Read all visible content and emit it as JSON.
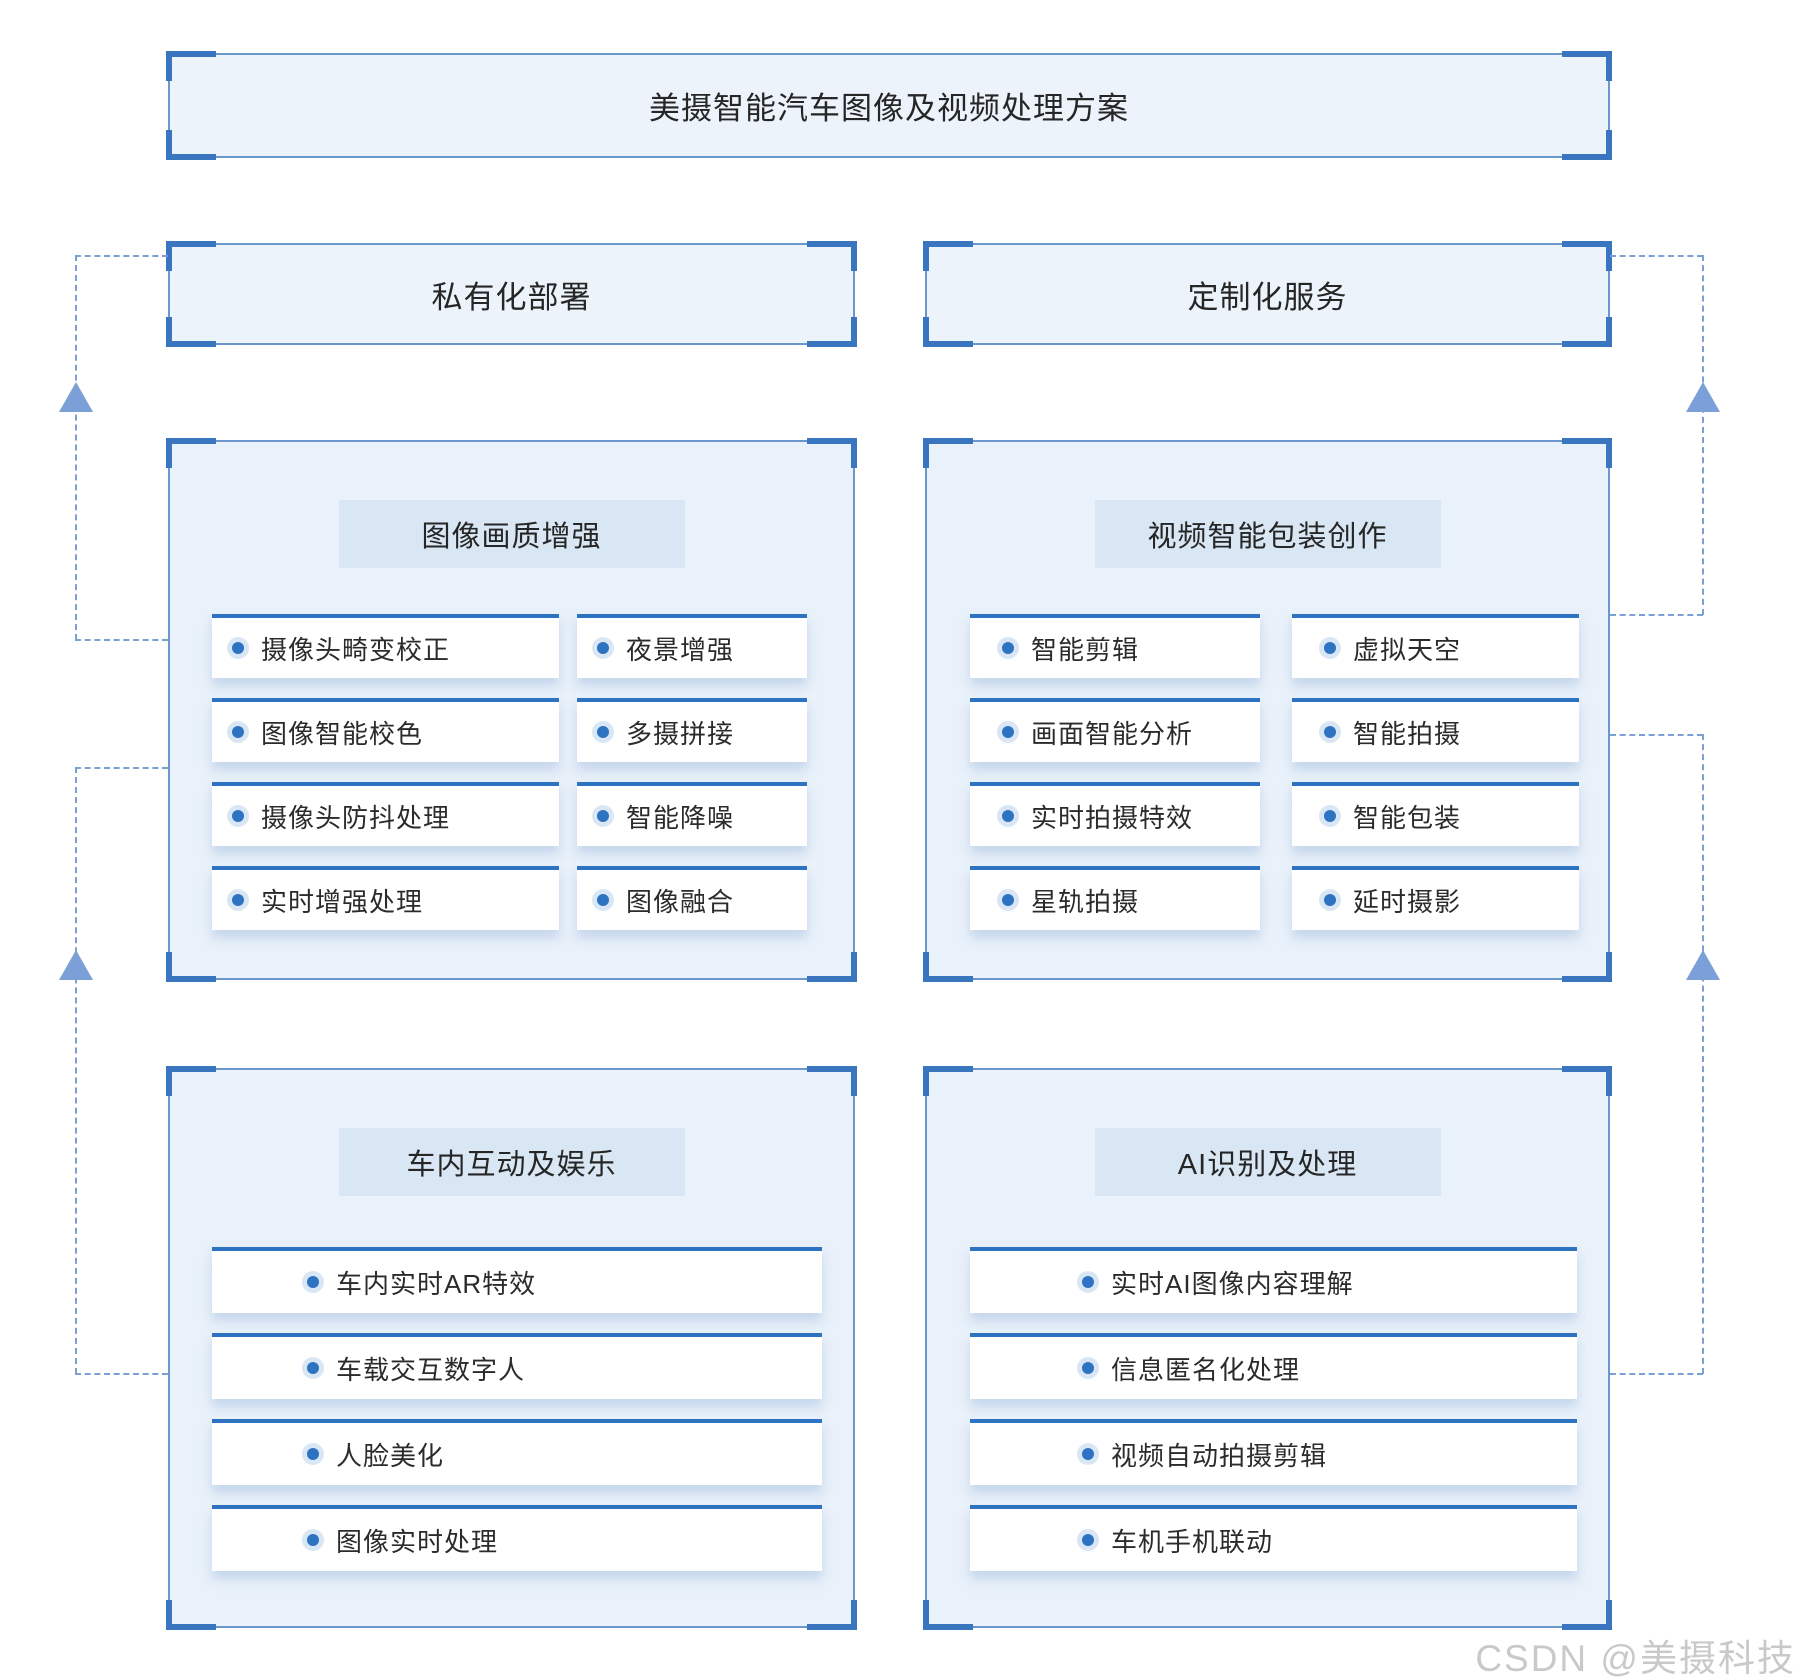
{
  "title": "美摄智能汽车图像及视频处理方案",
  "top_boxes": [
    {
      "label": "私有化部署"
    },
    {
      "label": "定制化服务"
    }
  ],
  "panels": [
    {
      "header": "图像画质增强",
      "columns": 2,
      "items": [
        "摄像头畸变校正",
        "夜景增强",
        "图像智能校色",
        "多摄拼接",
        "摄像头防抖处理",
        "智能降噪",
        "实时增强处理",
        "图像融合"
      ]
    },
    {
      "header": "视频智能包装创作",
      "columns": 2,
      "items": [
        "智能剪辑",
        "虚拟天空",
        "画面智能分析",
        "智能拍摄",
        "实时拍摄特效",
        "智能包装",
        "星轨拍摄",
        "延时摄影"
      ]
    },
    {
      "header": "车内互动及娱乐",
      "columns": 1,
      "items": [
        "车内实时AR特效",
        "车载交互数字人",
        "人脸美化",
        "图像实时处理"
      ]
    },
    {
      "header": "AI识别及处理",
      "columns": 1,
      "items": [
        "实时AI图像内容理解",
        "信息匿名化处理",
        "视频自动拍摄剪辑",
        "车机手机联动"
      ]
    }
  ],
  "watermark": "CSDN @美摄科技",
  "colors": {
    "accent": "#2e73c2",
    "bracket": "#3a76c0",
    "box_border": "#6b98cc",
    "panel_fill": "#e9f1fa",
    "box_fill": "#ecf3fb",
    "chip_fill": "#d9e7f4",
    "dashed_line": "#7aa0d5",
    "arrow": "#7ba0d7",
    "watermark_text": "#c9c9c9"
  }
}
